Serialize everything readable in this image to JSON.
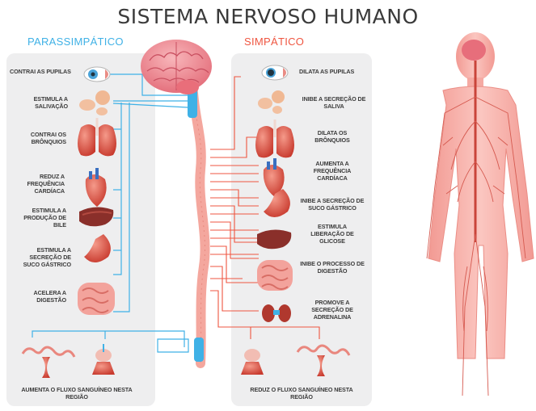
{
  "title": "SISTEMA NERVOSO HUMANO",
  "parasympathetic": {
    "heading": "PARASSIMPÁTICO",
    "effects": [
      {
        "text": "CONTRAI AS PUPILAS"
      },
      {
        "text": "ESTIMULA A SALIVAÇÃO"
      },
      {
        "text": "CONTRAI OS BRÔNQUIOS"
      },
      {
        "text": "REDUZ A FREQUÊNCIA CARDÍACA"
      },
      {
        "text": "ESTIMULA A PRODUÇÃO DE BILE"
      },
      {
        "text": "ESTIMULA A SECREÇÃO DE SUCO GÁSTRICO"
      },
      {
        "text": "ACELERA A DIGESTÃO"
      }
    ],
    "bottom": "AUMENTA O FLUXO SANGUÍNEO NESTA REGIÃO"
  },
  "sympathetic": {
    "heading": "SIMPÁTICO",
    "effects": [
      {
        "text": "DILATA AS PUPILAS"
      },
      {
        "text": "INIBE A SECREÇÃO DE SALIVA"
      },
      {
        "text": "DILATA OS BRÔNQUIOS"
      },
      {
        "text": "AUMENTA A FREQUÊNCIA CARDÍACA"
      },
      {
        "text": "INIBE A SECREÇÃO DE SUCO GÁSTRICO"
      },
      {
        "text": "ESTIMULA LIBERAÇÃO DE GLICOSE"
      },
      {
        "text": "INIBE O PROCESSO DE DIGESTÃO"
      },
      {
        "text": "PROMOVE A SECREÇÃO DE ADRENALINA"
      }
    ],
    "bottom": "REDUZ O FLUXO SANGUÍNEO NESTA REGIÃO"
  },
  "colors": {
    "parasympathetic": "#3fb1e6",
    "sympathetic": "#ef5540",
    "panel": "#eeeeef",
    "spine": "#f2a098",
    "body": "#f7b3ad"
  }
}
